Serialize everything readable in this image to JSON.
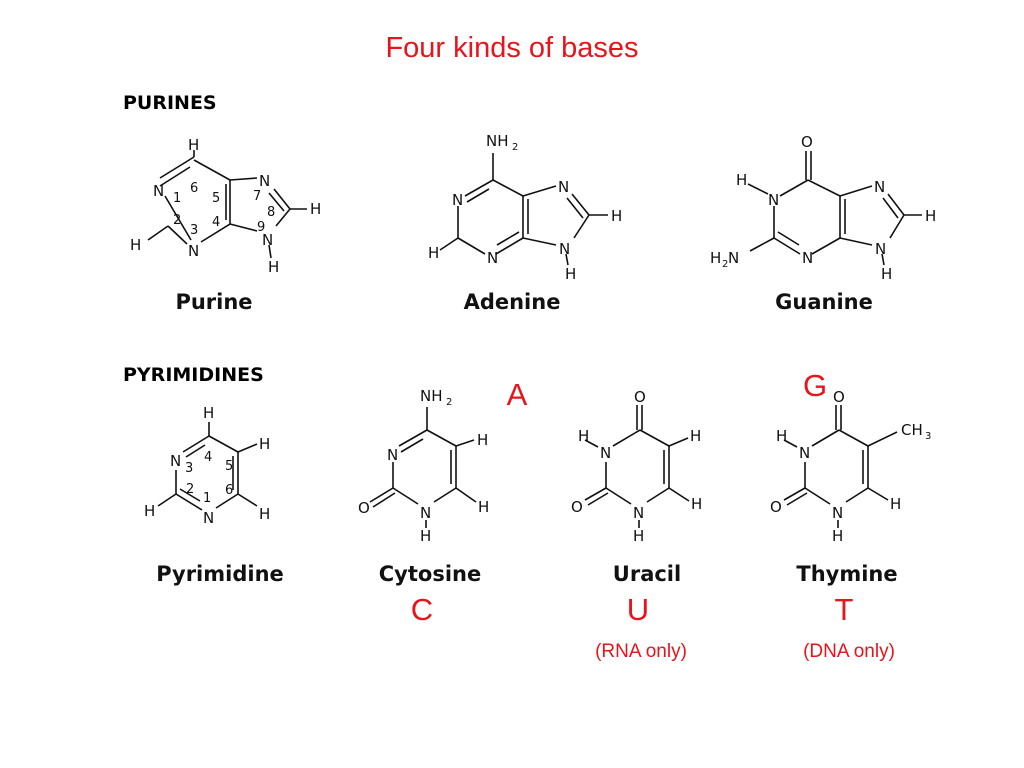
{
  "title": "Four kinds of bases",
  "sections": {
    "purines": "PURINES",
    "pyrimidines": "PYRIMIDINES"
  },
  "molecules": {
    "purine": {
      "name": "Purine"
    },
    "adenine": {
      "name": "Adenine"
    },
    "guanine": {
      "name": "Guanine"
    },
    "pyrimidine": {
      "name": "Pyrimidine"
    },
    "cytosine": {
      "name": "Cytosine"
    },
    "uracil": {
      "name": "Uracil"
    },
    "thymine": {
      "name": "Thymine"
    }
  },
  "letters": {
    "A": "A",
    "G": "G",
    "C": "C",
    "U": "U",
    "T": "T"
  },
  "notes": {
    "uracil": "(RNA only)",
    "thymine": "(DNA only)"
  },
  "colors": {
    "accent": "#e8141b",
    "structure": "#111111"
  }
}
